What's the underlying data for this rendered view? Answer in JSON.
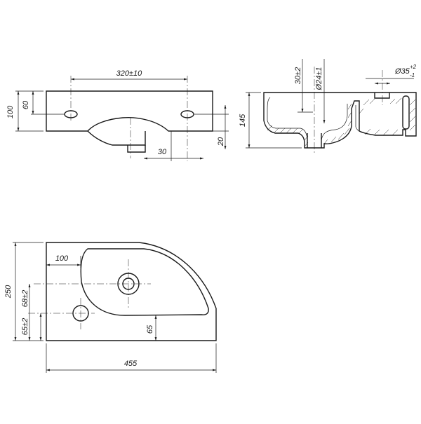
{
  "dimensions": {
    "front_hole_spacing": "320±10",
    "front_height": "100",
    "front_hole_height": "60",
    "front_offset_30": "30",
    "front_offset_20": "20",
    "side_height": "145",
    "side_depth_30": "30±2",
    "side_drain_dia": "Ø24±1",
    "side_tap_dia": "Ø35",
    "side_tap_tol_upper": "+2",
    "side_tap_tol_lower": "-1",
    "plan_offset_100": "100",
    "plan_depth": "250",
    "plan_drain_pos": "68±2",
    "plan_tap_pos": "65±2",
    "plan_rim_65": "65",
    "plan_width": "455"
  }
}
